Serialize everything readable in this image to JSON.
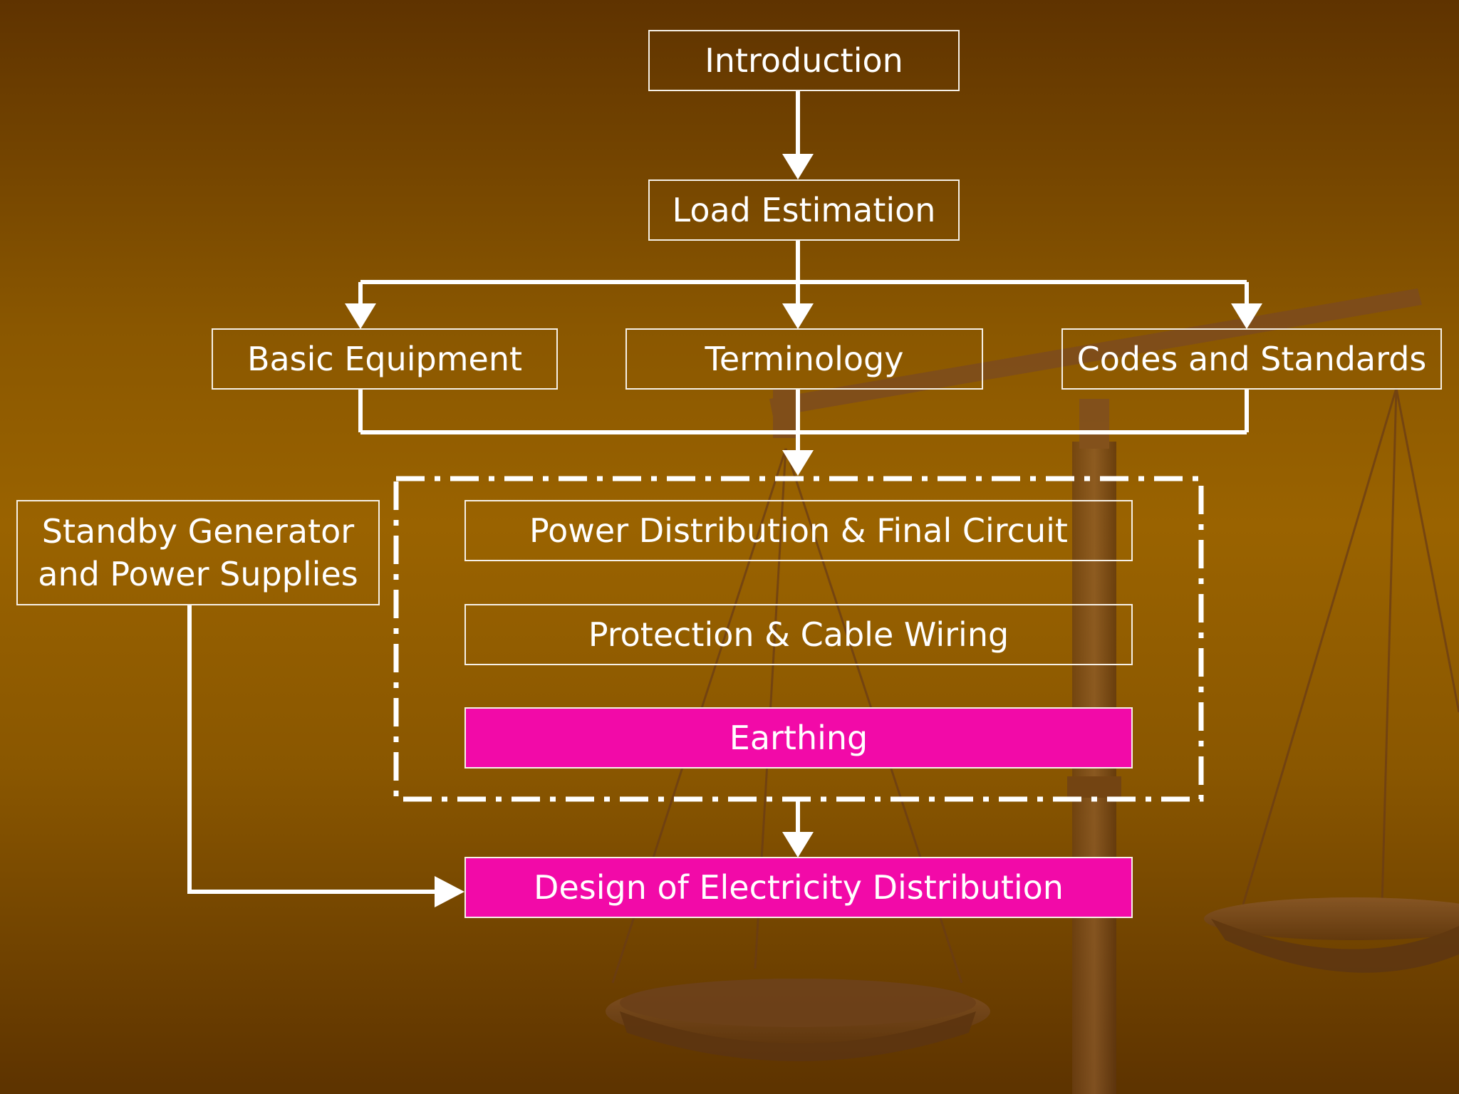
{
  "boxes": {
    "introduction": "Introduction",
    "load_estimation": "Load Estimation",
    "basic_equipment": "Basic Equipment",
    "terminology": "Terminology",
    "codes_and_standards": "Codes and Standards",
    "standby_line1": "Standby Generator",
    "standby_line2": "and Power Supplies",
    "power_distribution": "Power Distribution & Final Circuit",
    "protection_cable": "Protection & Cable Wiring",
    "earthing": "Earthing",
    "design_distribution": "Design of Electricity Distribution"
  },
  "colors": {
    "highlight": "#f20aa8",
    "line": "#ffffff",
    "border": "#f6f0e6"
  }
}
